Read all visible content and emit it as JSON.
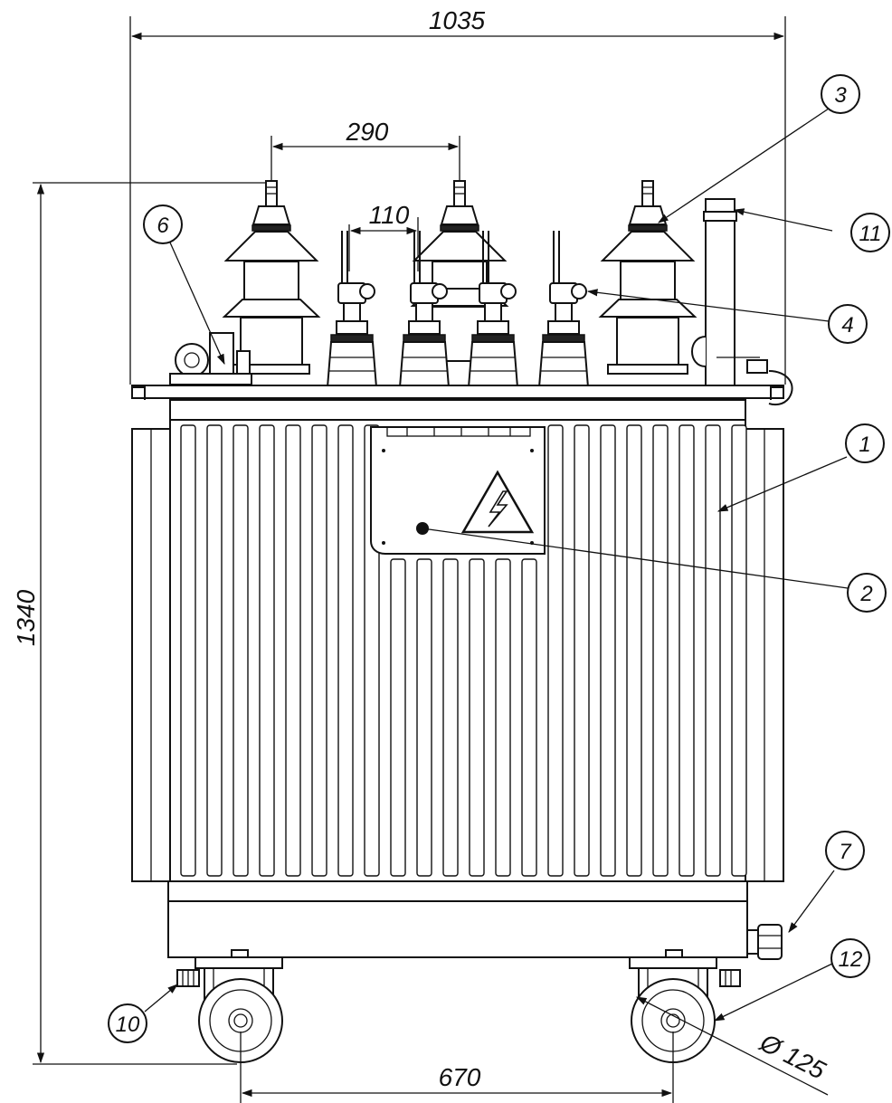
{
  "drawing": {
    "dimensions": {
      "overall_width": "1035",
      "overall_height": "1340",
      "hv_bushing_pitch": "290",
      "lv_bushing_pitch": "110",
      "wheel_track": "670",
      "wheel_diameter": "Ø 125"
    },
    "callouts": [
      {
        "id": "c1",
        "label": "1"
      },
      {
        "id": "c2",
        "label": "2"
      },
      {
        "id": "c3",
        "label": "3"
      },
      {
        "id": "c4",
        "label": "4"
      },
      {
        "id": "c6",
        "label": "6"
      },
      {
        "id": "c7",
        "label": "7"
      },
      {
        "id": "c10",
        "label": "10"
      },
      {
        "id": "c11",
        "label": "11"
      },
      {
        "id": "c12",
        "label": "12"
      }
    ]
  }
}
